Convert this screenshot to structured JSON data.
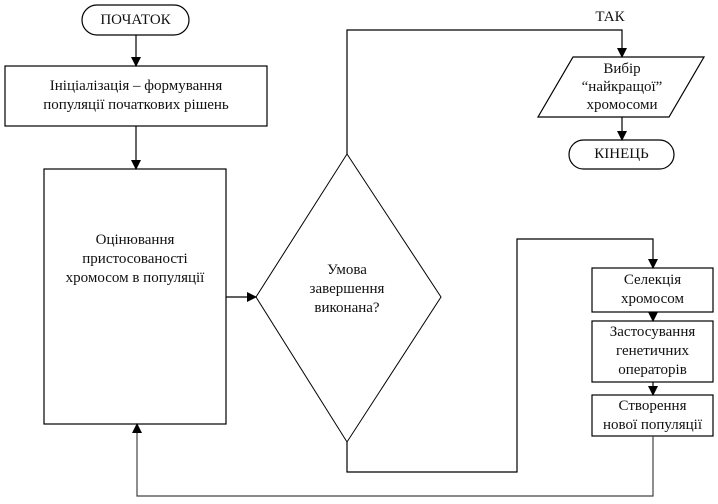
{
  "diagram": {
    "type": "flowchart",
    "title": "Genetic algorithm flowchart",
    "nodes": {
      "start": {
        "shape": "terminal",
        "text": "ПОЧАТОК"
      },
      "init": {
        "shape": "process",
        "lines": [
          "Ініціалізація – формування",
          "популяції початкових рішень"
        ]
      },
      "evaluate": {
        "shape": "process",
        "lines": [
          "Оцінювання",
          "пристосованості",
          "хромосом в популяції"
        ]
      },
      "condition": {
        "shape": "decision",
        "lines": [
          "Умова",
          "завершення",
          "виконана?"
        ]
      },
      "select_best": {
        "shape": "io",
        "lines": [
          "Вибір",
          "“найкращої”",
          "хромосоми"
        ]
      },
      "end": {
        "shape": "terminal",
        "text": "КІНЕЦЬ"
      },
      "selection": {
        "shape": "process",
        "lines": [
          "Селекція",
          "хромосом"
        ]
      },
      "operators": {
        "shape": "process",
        "lines": [
          "Застосування",
          "генетичних",
          "операторів"
        ]
      },
      "new_population": {
        "shape": "process",
        "lines": [
          "Створення",
          "нової популяції"
        ]
      }
    },
    "edge_labels": {
      "yes": "ТАК"
    },
    "edges": [
      {
        "from": "start",
        "to": "init"
      },
      {
        "from": "init",
        "to": "evaluate"
      },
      {
        "from": "evaluate",
        "to": "condition"
      },
      {
        "from": "condition",
        "to": "select_best",
        "label": "ТАК"
      },
      {
        "from": "select_best",
        "to": "end"
      },
      {
        "from": "condition",
        "to": "selection"
      },
      {
        "from": "selection",
        "to": "operators"
      },
      {
        "from": "operators",
        "to": "new_population"
      },
      {
        "from": "new_population",
        "to": "evaluate"
      }
    ]
  }
}
